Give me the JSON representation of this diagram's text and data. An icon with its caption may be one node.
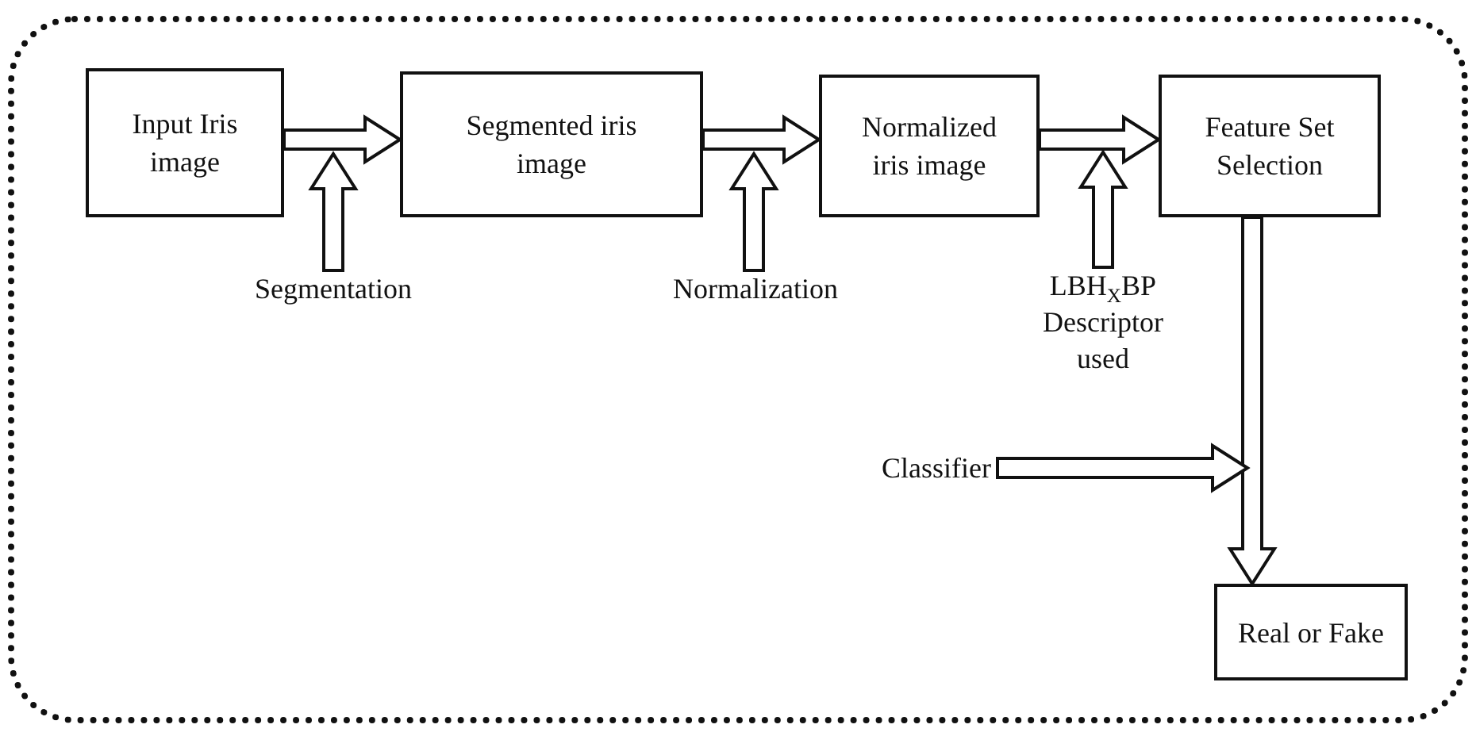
{
  "diagram": {
    "nodes": [
      {
        "text": [],
        "shape": "box"
      },
      {
        "text": [
          "Input Iris image"
        ],
        "in": 0
      },
      {
        "text": [
          "Segmented iris image"
        ],
        "in": 0
      },
      {
        "text": [
          "Normalized iris image"
        ],
        "in": 0
      },
      {
        "text": [
          "Feature Set Selection"
        ],
        "in": 0
      },
      {
        "text": [
          "Real or Fake"
        ],
        "in": 0
      },
      {
        "text": [
          "Segmentation"
        ],
        "in": 0
      },
      {
        "text": [
          "Normalization"
        ],
        "in": 0
      },
      {
        "text": [
          "LBH$_{X}$BP Descriptor used"
        ],
        "in": 0
      },
      {
        "text": [
          "Classifier"
        ],
        "in": 0
      }
    ],
    "edges": [
      {
        "from": 1,
        "to": 2,
        "arrow": "to"
      },
      {
        "from": 2,
        "to": 3,
        "arrow": "to"
      },
      {
        "from": 3,
        "to": 4,
        "arrow": "to"
      },
      {
        "from": 4,
        "to": 5,
        "arrow": "to"
      },
      {
        "from": 6,
        "to": null,
        "arrow": "to"
      },
      {
        "from": 7,
        "to": null,
        "arrow": "to"
      },
      {
        "from": 8,
        "to": null,
        "arrow": "to"
      },
      {
        "from": 9,
        "to": null,
        "arrow": "to"
      }
    ]
  }
}
